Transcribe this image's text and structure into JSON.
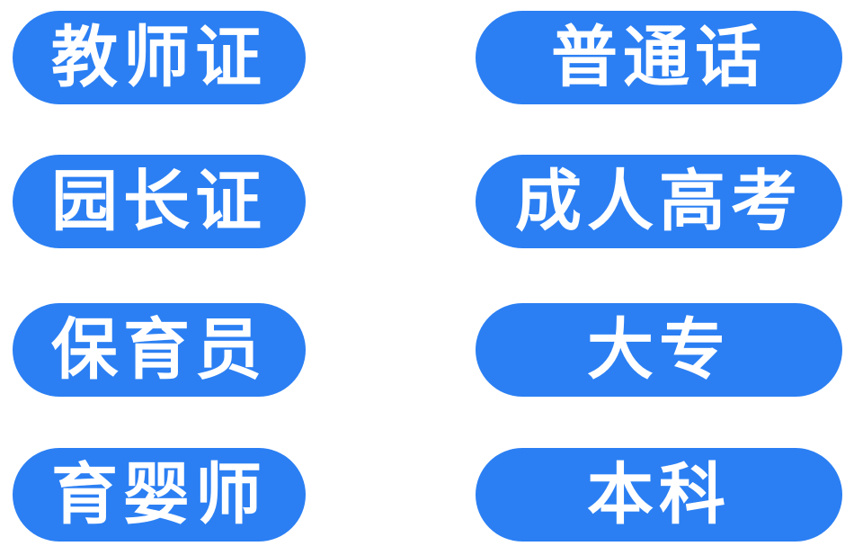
{
  "buttons": {
    "left": [
      {
        "label": "教师证"
      },
      {
        "label": "园长证"
      },
      {
        "label": "保育员"
      },
      {
        "label": "育婴师"
      }
    ],
    "right": [
      {
        "label": "普通话"
      },
      {
        "label": "成人高考"
      },
      {
        "label": "大专"
      },
      {
        "label": "本科"
      }
    ]
  },
  "colors": {
    "button_bg": "#2b7ff3",
    "button_text": "#ffffff",
    "page_bg": "#ffffff"
  }
}
